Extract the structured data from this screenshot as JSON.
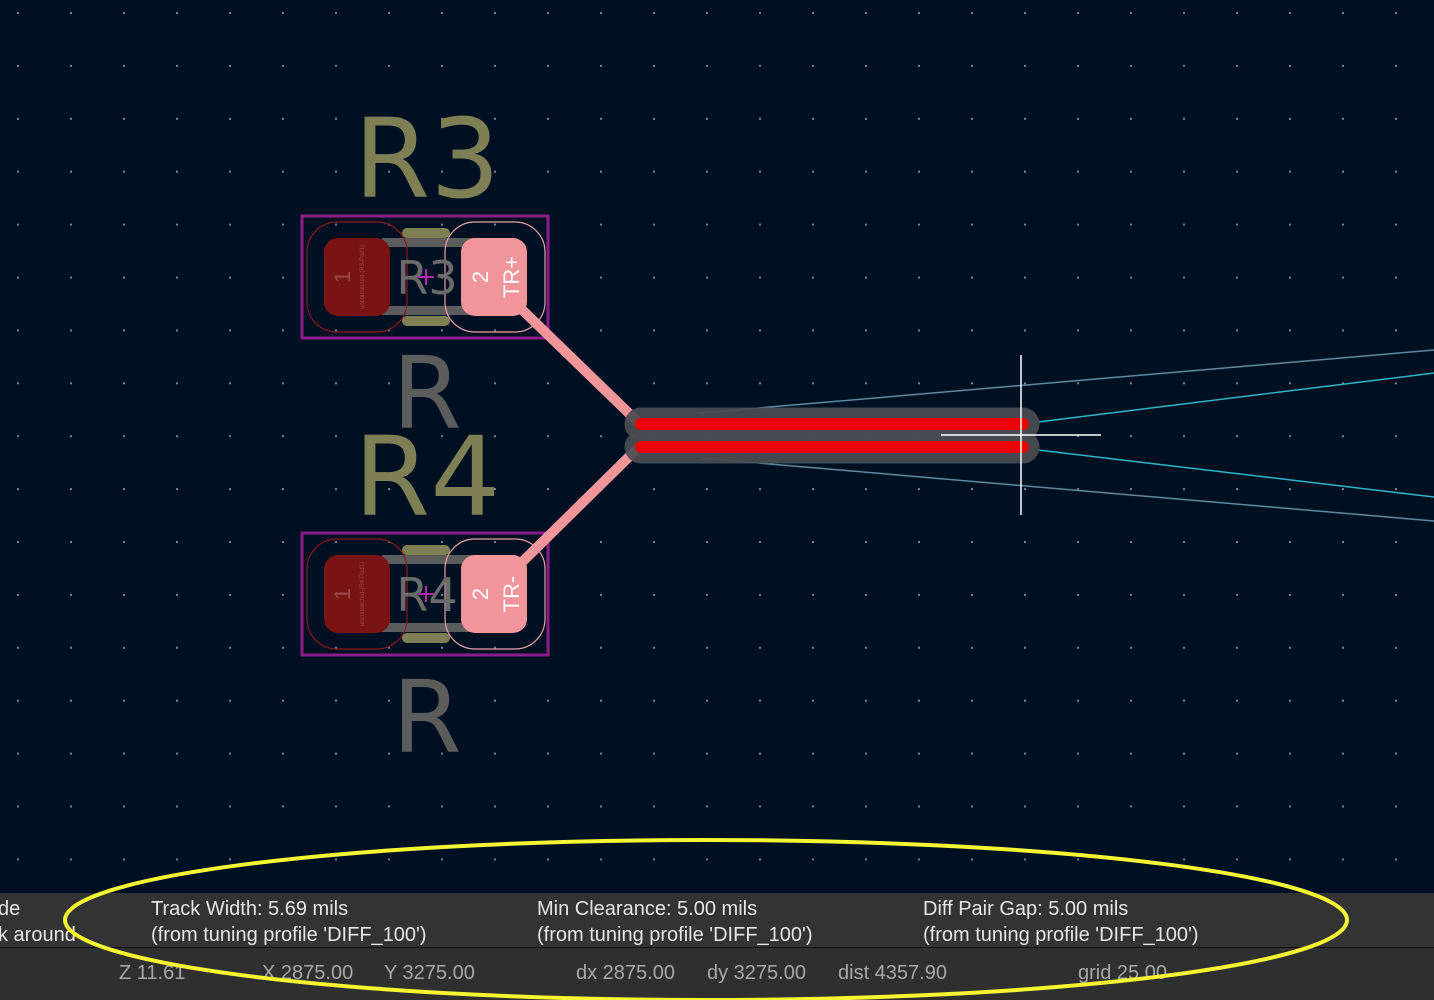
{
  "canvas": {
    "background": "#001023",
    "grid_color": "#7a8290",
    "components": [
      {
        "ref": "R3",
        "value": "R",
        "pads": [
          {
            "number": "1",
            "net": "unconnected-(R3-Pad1)",
            "color": "#7a1414"
          },
          {
            "number": "2",
            "net": "TR+",
            "color": "#f0959a"
          }
        ]
      },
      {
        "ref": "R4",
        "value": "R",
        "pads": [
          {
            "number": "1",
            "net": "unconnected-(R4-Pad1)",
            "color": "#7a1414"
          },
          {
            "number": "2",
            "net": "TR-",
            "color": "#f0959a"
          }
        ]
      }
    ],
    "colors": {
      "silkscreen": "#7f7f55",
      "fab": "#5c5c5c",
      "courtyard": "#8c1c8c",
      "track_active": "#ee0000",
      "track_halo": "#4a4c50",
      "track_front": "#f0959a",
      "ratsnest": "#2fb5c8",
      "ratsnest_dim": "#5d8aa0",
      "cursor": "#ffffff"
    }
  },
  "info_panel": {
    "partial_left": [
      "de",
      "k around"
    ],
    "items": [
      {
        "line1": "Track Width: 5.69 mils",
        "line2": "(from tuning profile 'DIFF_100')"
      },
      {
        "line1": "Min Clearance: 5.00 mils",
        "line2": "(from tuning profile 'DIFF_100')"
      },
      {
        "line1": "Diff Pair Gap: 5.00 mils",
        "line2": "(from tuning profile 'DIFF_100')"
      }
    ]
  },
  "status_bar": {
    "zoom": "Z 11.61",
    "x": "X 2875.00",
    "y": "Y 3275.00",
    "dx": "dx 2875.00",
    "dy": "dy 3275.00",
    "dist": "dist 4357.90",
    "grid": "grid 25.00"
  },
  "annotation": {
    "color": "#f5f532"
  }
}
